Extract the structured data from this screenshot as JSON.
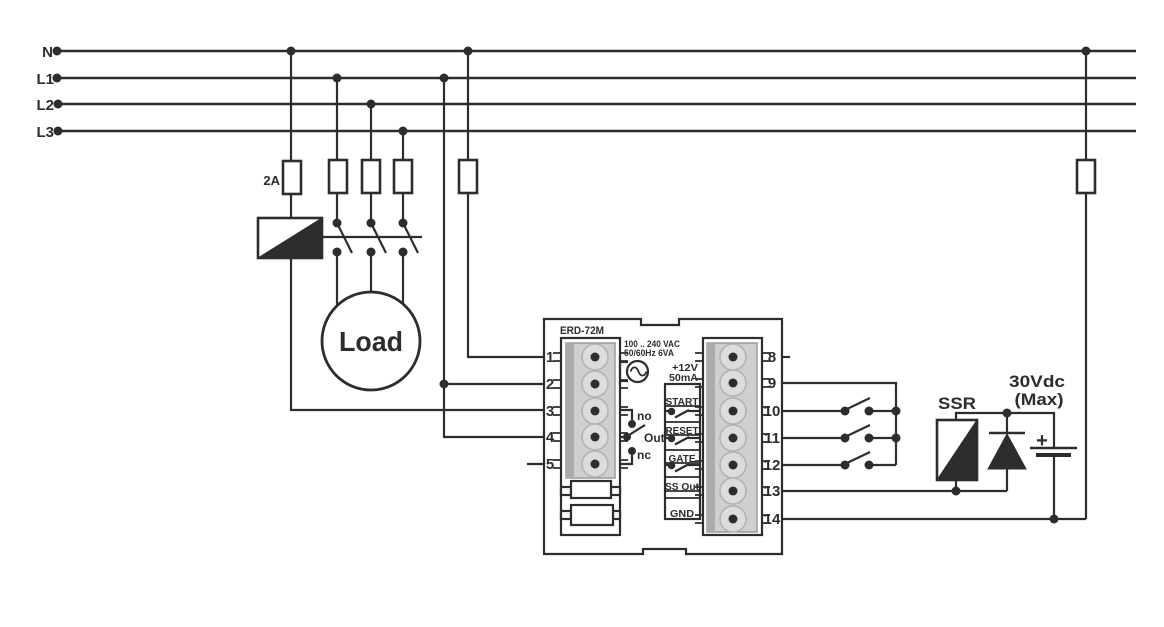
{
  "diagram_colors": {
    "wire": "#2d2d2d",
    "terminal_fill": "#d9d9d9",
    "terminal_strip": "#ababab",
    "background": "#ffffff"
  },
  "rails": {
    "n": "N",
    "l1": "L1",
    "l2": "L2",
    "l3": "L3"
  },
  "protection": {
    "control_fuse_rating": "2A"
  },
  "load": {
    "label": "Load"
  },
  "device": {
    "model": "ERD-72M",
    "supply_rating_line1": "100 .. 240 VAC",
    "supply_rating_line2": "50/60Hz 6VA",
    "aux_supply_line1": "+12V",
    "aux_supply_line2": "50mA",
    "relay_contacts": {
      "no": "no",
      "common": "Out",
      "nc": "nc"
    },
    "input_labels": {
      "start": "START",
      "reset": "RESET",
      "gate": "GATE",
      "ss_out": "SS Out",
      "gnd": "GND"
    },
    "left_terminals": [
      "1",
      "2",
      "3",
      "4",
      "5"
    ],
    "right_terminals": [
      "8",
      "9",
      "10",
      "11",
      "12",
      "13",
      "14"
    ]
  },
  "dc_side": {
    "ssr_label": "SSR",
    "voltage_line1": "30Vdc",
    "voltage_line2": "(Max)",
    "polarity": "+"
  }
}
